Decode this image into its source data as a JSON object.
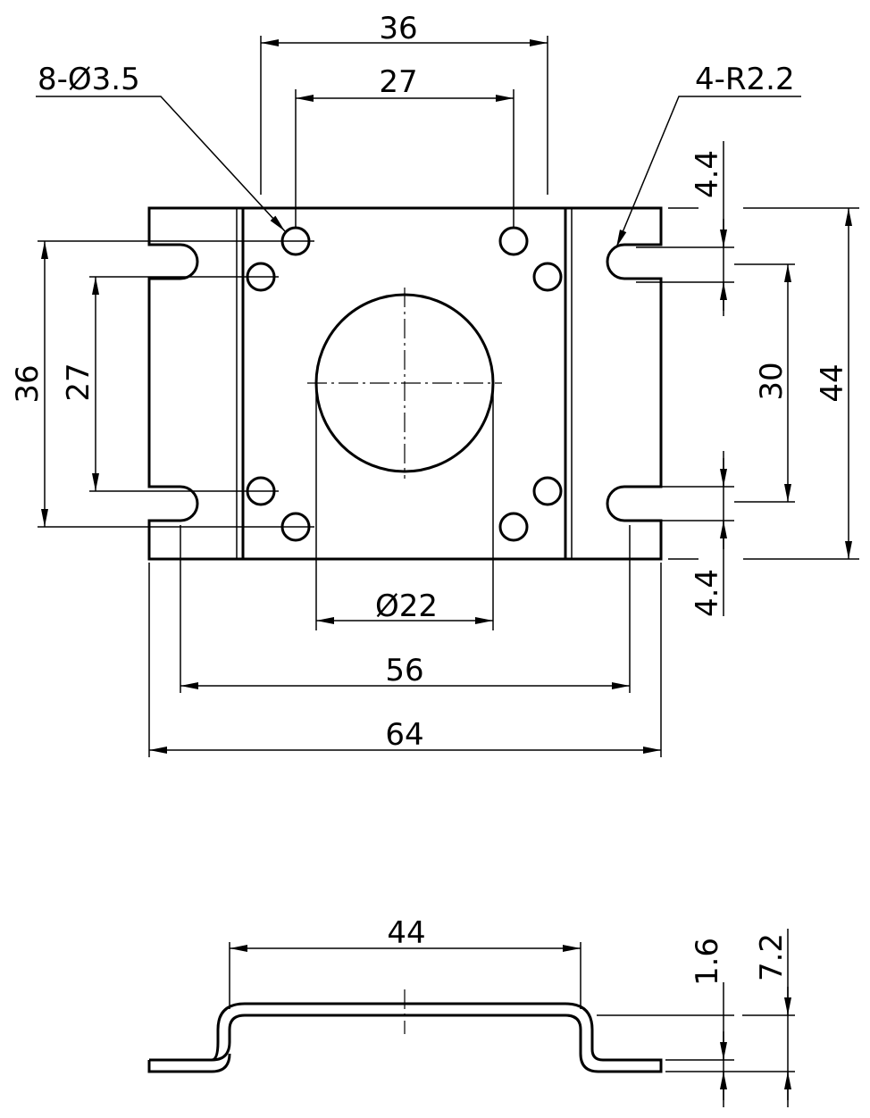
{
  "drawing": {
    "annotations": {
      "holes": "8-Ø3.5",
      "slots": "4-R2.2"
    },
    "top_view": {
      "dim_36_top": "36",
      "dim_27_top": "27",
      "dim_36_left": "36",
      "dim_27_left": "27",
      "dim_4_4_top": "4.4",
      "dim_4_4_bottom": "4.4",
      "dim_30": "30",
      "dim_44": "44",
      "dim_d22": "Ø22",
      "dim_56": "56",
      "dim_64": "64"
    },
    "side_view": {
      "dim_44": "44",
      "dim_1_6": "1.6",
      "dim_7_2": "7.2"
    }
  }
}
